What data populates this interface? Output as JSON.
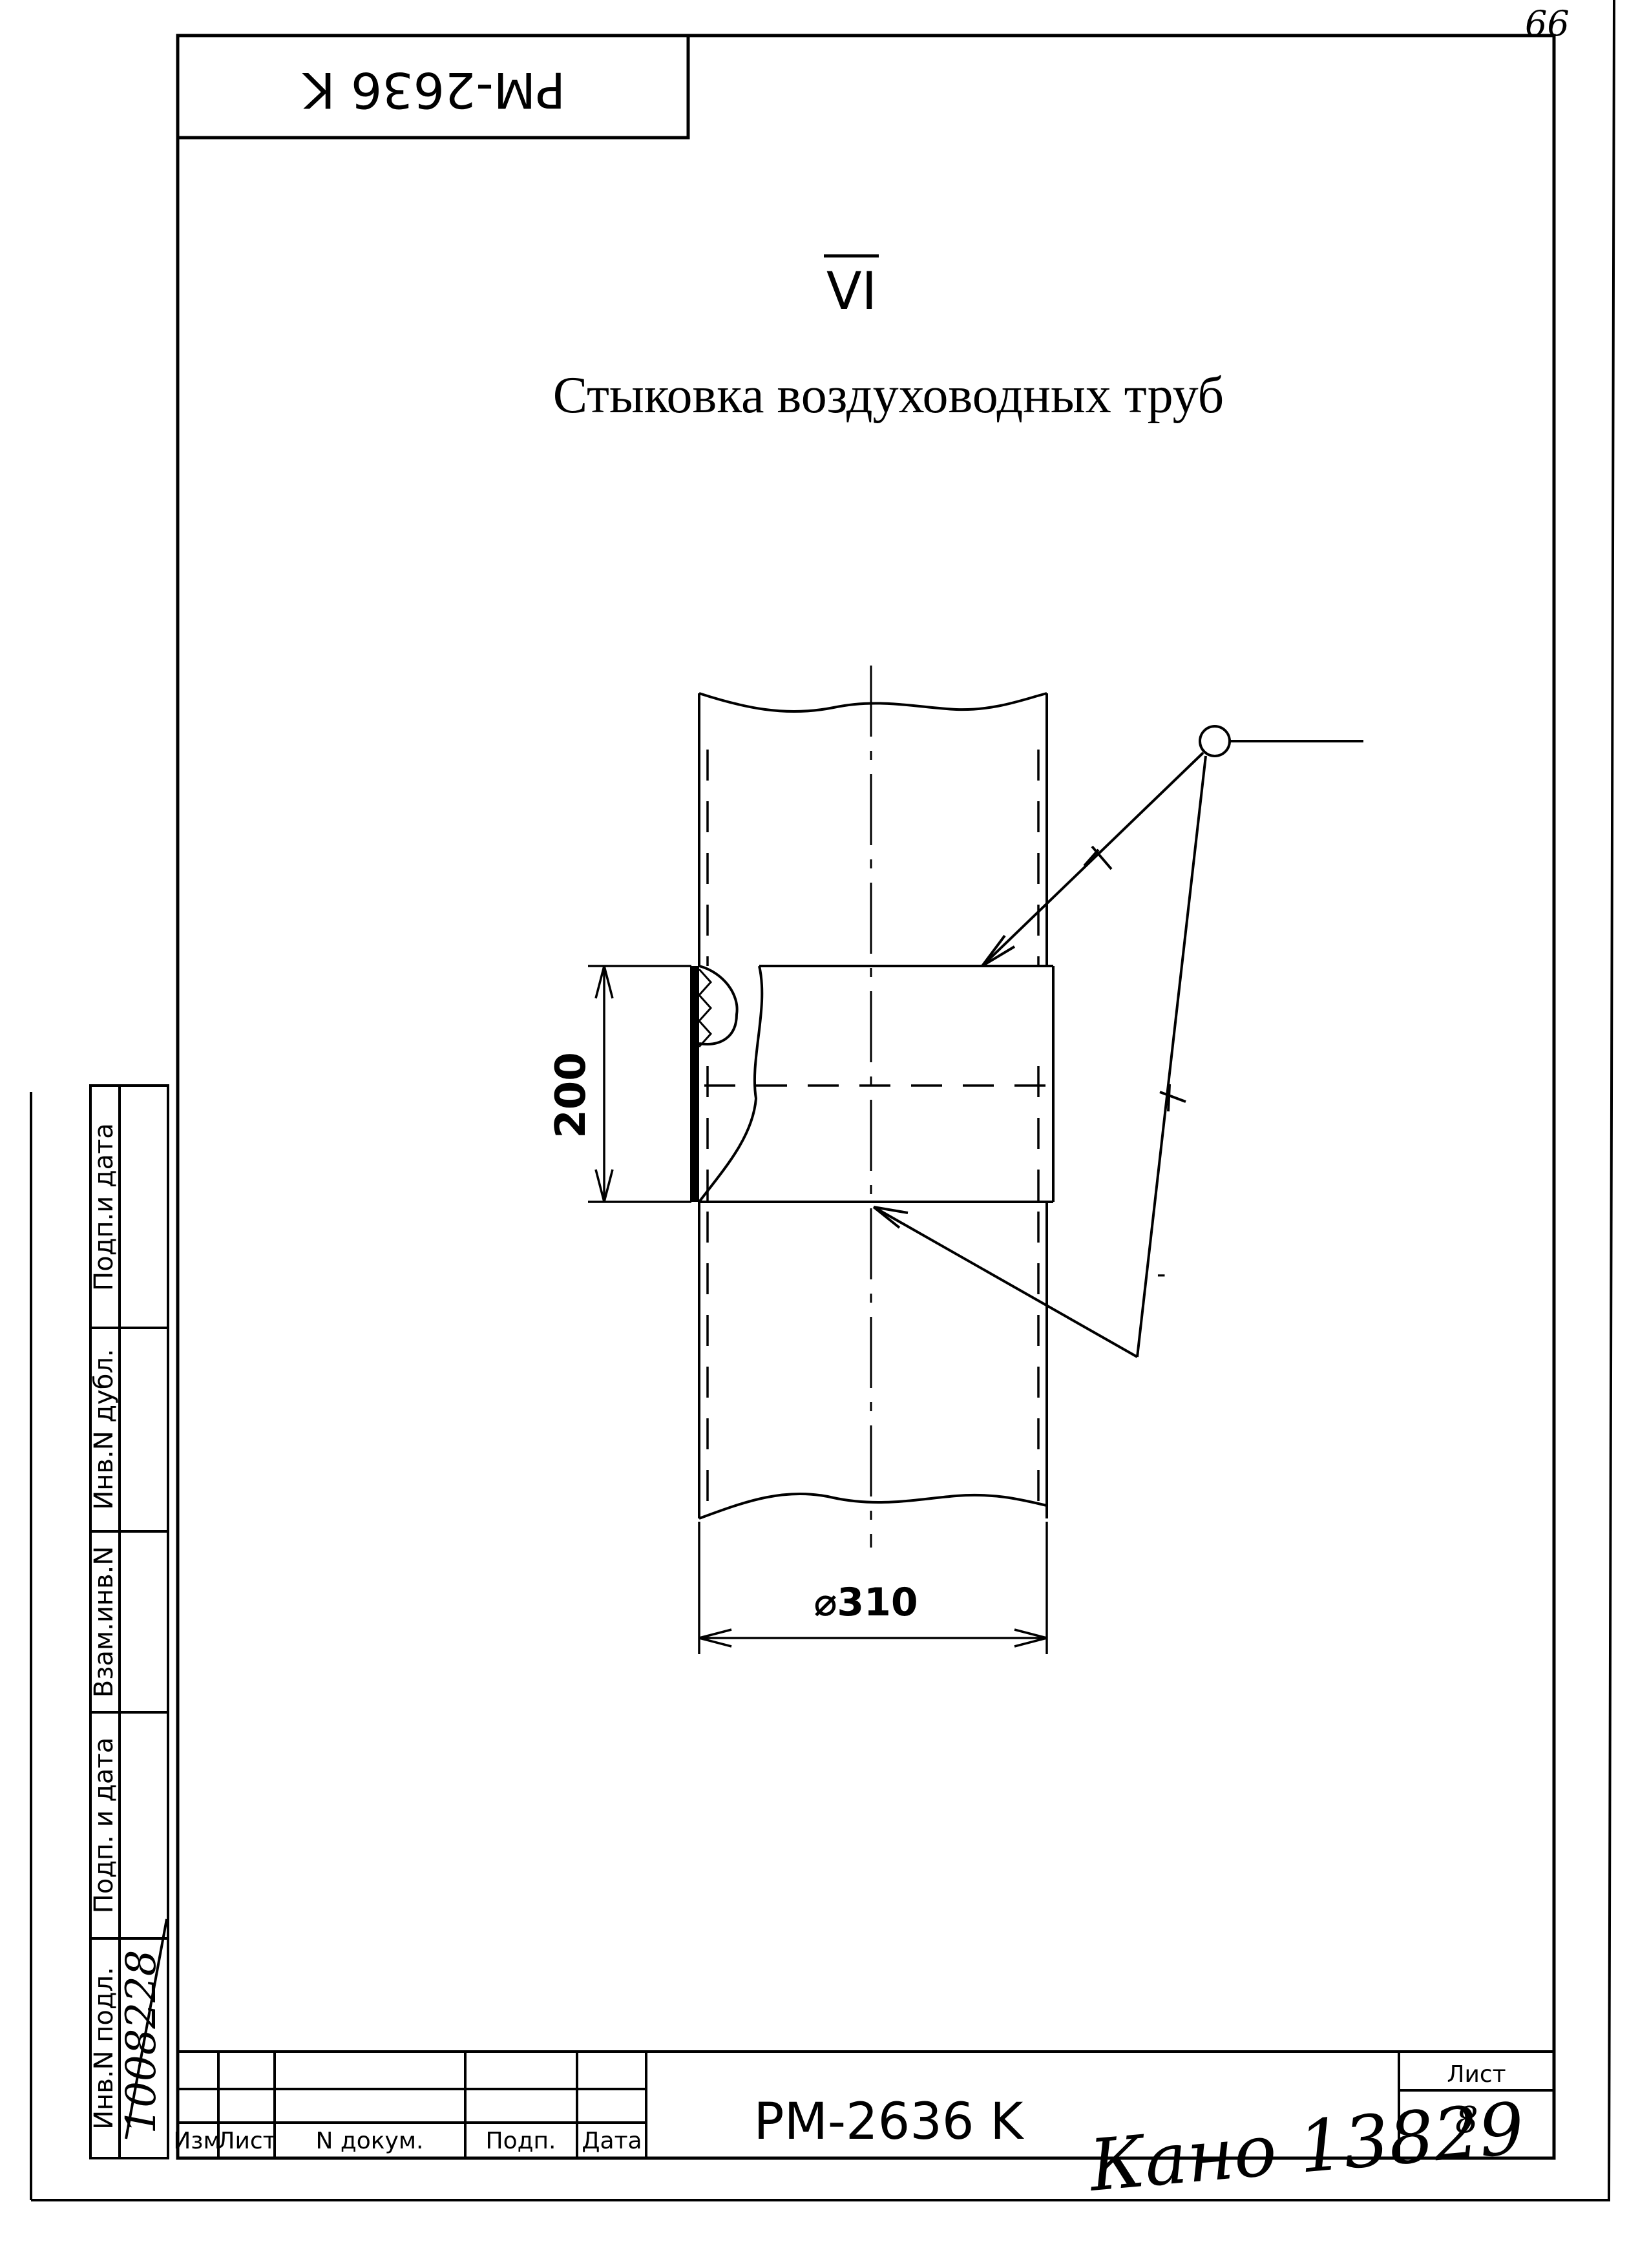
{
  "sheet_corner_number": "66",
  "top_stamp": {
    "designation": "PM-2636 K"
  },
  "view_label": "VI",
  "title": "Стыковка воздуховодных труб",
  "drawing": {
    "dim_height": "200",
    "dim_diameter": "⌀310",
    "note_mark": "-"
  },
  "side_stamp": {
    "cells": [
      "Подп.и дата",
      "Инв.N дубл.",
      "Взам.инв.N",
      "Подп. и дата",
      "Инв.N подл."
    ],
    "inventory_number": "1008228"
  },
  "title_block": {
    "designation": "PM-2636 K",
    "sheet_label": "Лист",
    "sheet_number": "8",
    "headers": [
      "Изм",
      "Лист",
      "N докум.",
      "Подп.",
      "Дата"
    ],
    "handwritten": "Кано 13829"
  }
}
